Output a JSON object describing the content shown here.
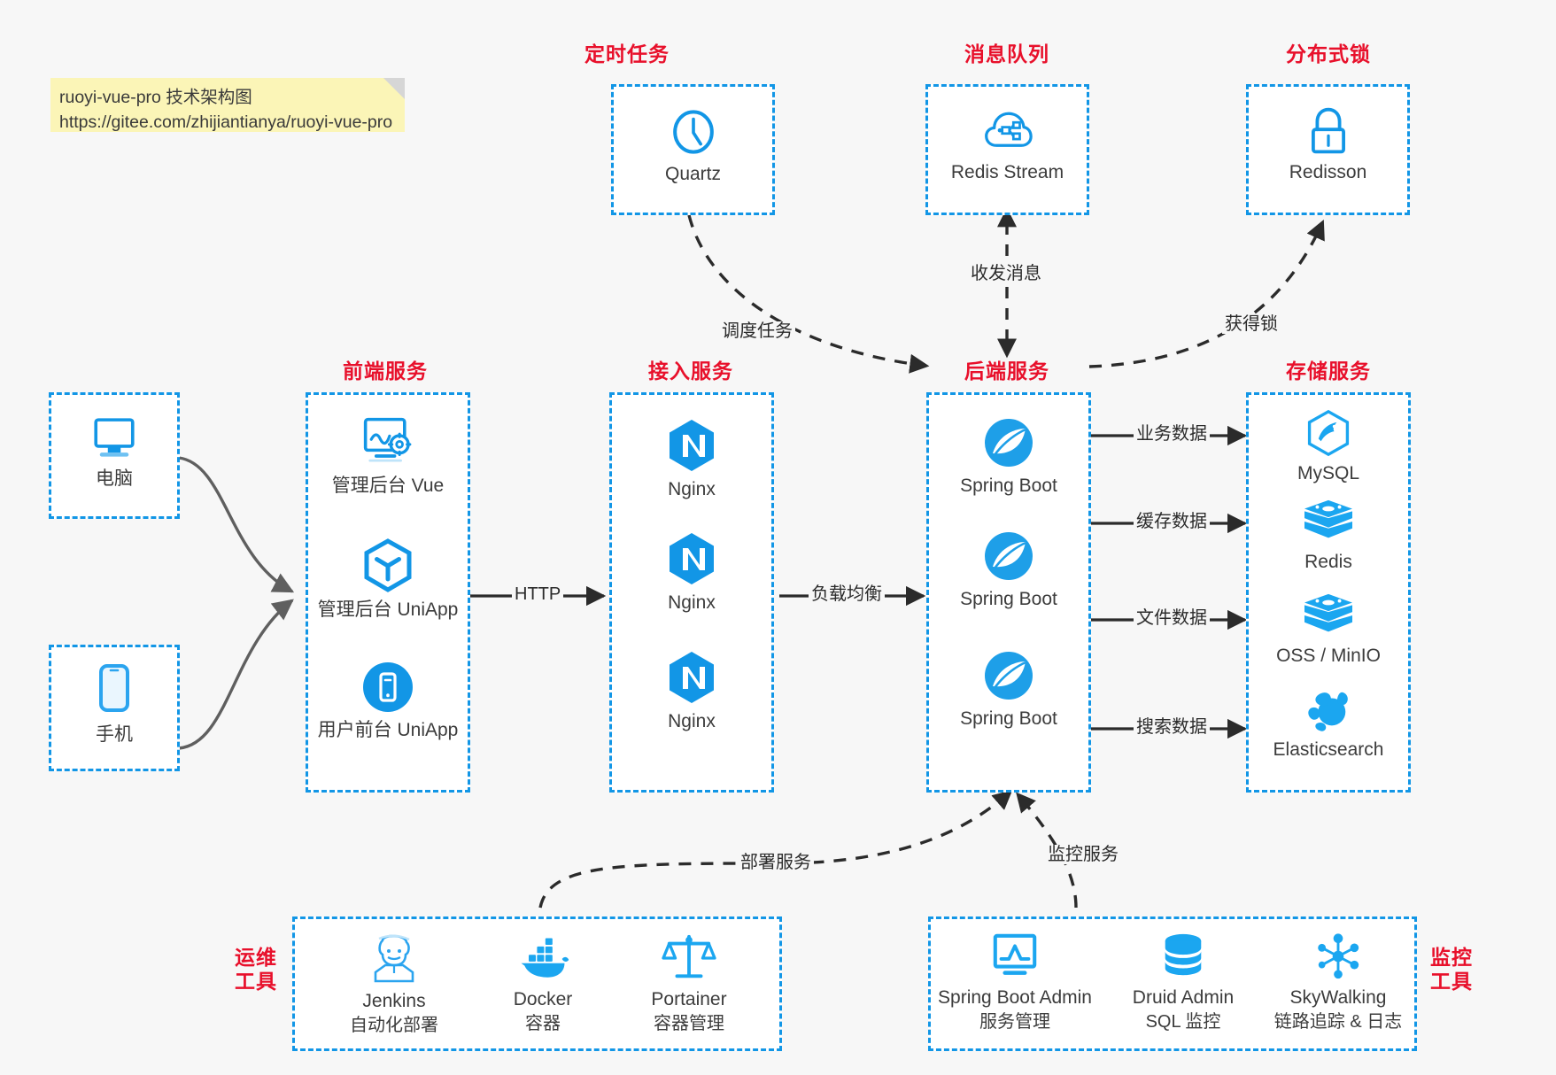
{
  "note": {
    "line1": "ruoyi-vue-pro 技术架构图",
    "line2": "https://gitee.com/zhijiantianya/ruoyi-vue-pro"
  },
  "colors": {
    "accent_blue": "#1296e6",
    "title_red": "#e8102b",
    "background": "#f7f7f7",
    "box_fill": "#ffffff",
    "note_fill": "#fbf5b7",
    "text_dark": "#3c3c3c",
    "arrow_dark": "#2b2b2b",
    "curve_gray": "#5f5f5f"
  },
  "groups": {
    "scheduled_task": {
      "title": "定时任务",
      "nodes": [
        {
          "icon": "clock-icon",
          "label": "Quartz"
        }
      ]
    },
    "message_queue": {
      "title": "消息队列",
      "nodes": [
        {
          "icon": "cloud-stream-icon",
          "label": "Redis Stream"
        }
      ]
    },
    "distributed_lock": {
      "title": "分布式锁",
      "nodes": [
        {
          "icon": "lock-icon",
          "label": "Redisson"
        }
      ]
    },
    "clients": {
      "nodes": [
        {
          "icon": "desktop-icon",
          "label": "电脑"
        },
        {
          "icon": "mobile-icon",
          "label": "手机"
        }
      ]
    },
    "frontend": {
      "title": "前端服务",
      "nodes": [
        {
          "icon": "dashboard-vue-icon",
          "label": "管理后台 Vue"
        },
        {
          "icon": "cube-uniapp-icon",
          "label": "管理后台 UniApp"
        },
        {
          "icon": "phone-app-icon",
          "label": "用户前台 UniApp"
        }
      ]
    },
    "gateway": {
      "title": "接入服务",
      "nodes": [
        {
          "icon": "nginx-icon",
          "label": "Nginx"
        },
        {
          "icon": "nginx-icon",
          "label": "Nginx"
        },
        {
          "icon": "nginx-icon",
          "label": "Nginx"
        }
      ]
    },
    "backend": {
      "title": "后端服务",
      "nodes": [
        {
          "icon": "spring-boot-icon",
          "label": "Spring Boot"
        },
        {
          "icon": "spring-boot-icon",
          "label": "Spring Boot"
        },
        {
          "icon": "spring-boot-icon",
          "label": "Spring Boot"
        }
      ]
    },
    "storage": {
      "title": "存储服务",
      "nodes": [
        {
          "icon": "mysql-icon",
          "label": "MySQL"
        },
        {
          "icon": "redis-icon",
          "label": "Redis"
        },
        {
          "icon": "oss-minio-icon",
          "label": "OSS / MinIO"
        },
        {
          "icon": "elasticsearch-icon",
          "label": "Elasticsearch"
        }
      ]
    },
    "devops": {
      "title": "运维\n工具",
      "title_line1": "运维",
      "title_line2": "工具",
      "nodes": [
        {
          "icon": "jenkins-icon",
          "label": "Jenkins",
          "sublabel": "自动化部署"
        },
        {
          "icon": "docker-icon",
          "label": "Docker",
          "sublabel": "容器"
        },
        {
          "icon": "portainer-icon",
          "label": "Portainer",
          "sublabel": "容器管理"
        }
      ]
    },
    "monitoring": {
      "title_line1": "监控",
      "title_line2": "工具",
      "nodes": [
        {
          "icon": "monitor-chart-icon",
          "label": "Spring Boot Admin",
          "sublabel": "服务管理"
        },
        {
          "icon": "database-icon",
          "label": "Druid Admin",
          "sublabel": "SQL 监控"
        },
        {
          "icon": "skywalking-icon",
          "label": "SkyWalking",
          "sublabel": "链路追踪 & 日志"
        }
      ]
    }
  },
  "edges": [
    {
      "id": "http",
      "label": "HTTP",
      "from": "frontend",
      "to": "gateway"
    },
    {
      "id": "load-balance",
      "label": "负载均衡",
      "from": "gateway",
      "to": "backend"
    },
    {
      "id": "schedule-task",
      "label": "调度任务",
      "from": "scheduled_task",
      "to": "backend"
    },
    {
      "id": "send-receive",
      "label": "收发消息",
      "from": "message_queue",
      "to": "backend"
    },
    {
      "id": "acquire-lock",
      "label": "获得锁",
      "from": "backend",
      "to": "distributed_lock"
    },
    {
      "id": "business-data",
      "label": "业务数据",
      "from": "backend",
      "to": "storage"
    },
    {
      "id": "cache-data",
      "label": "缓存数据",
      "from": "backend",
      "to": "storage"
    },
    {
      "id": "file-data",
      "label": "文件数据",
      "from": "backend",
      "to": "storage"
    },
    {
      "id": "search-data",
      "label": "搜索数据",
      "from": "backend",
      "to": "storage"
    },
    {
      "id": "deploy-service",
      "label": "部署服务",
      "from": "devops",
      "to": "backend"
    },
    {
      "id": "monitor-service",
      "label": "监控服务",
      "from": "monitoring",
      "to": "backend"
    }
  ]
}
